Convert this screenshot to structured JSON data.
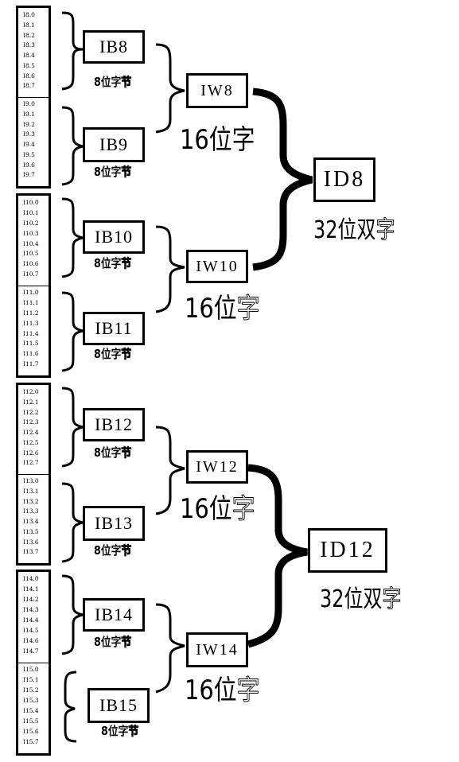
{
  "byte_groups": [
    {
      "byte": "IB8",
      "bits": [
        "I8.0",
        "I8.1",
        "I8.2",
        "I8.3",
        "I8.4",
        "I8.5",
        "I8.6",
        "I8.7"
      ]
    },
    {
      "byte": "IB9",
      "bits": [
        "I9.0",
        "I9.1",
        "I9.2",
        "I9.3",
        "I9.4",
        "I9.5",
        "I9.6",
        "I9.7"
      ]
    },
    {
      "byte": "IB10",
      "bits": [
        "I10.0",
        "I10.1",
        "I10.2",
        "I10.3",
        "I10.4",
        "I10.5",
        "I10.6",
        "I10.7"
      ]
    },
    {
      "byte": "IB11",
      "bits": [
        "I11.0",
        "I11.1",
        "I11.2",
        "I11.3",
        "I11.4",
        "I11.5",
        "I11.6",
        "I11.7"
      ]
    },
    {
      "byte": "IB12",
      "bits": [
        "I12.0",
        "I12.1",
        "I12.2",
        "I12.3",
        "I12.4",
        "I12.5",
        "I12.6",
        "I12.7"
      ]
    },
    {
      "byte": "IB13",
      "bits": [
        "I13.0",
        "I13.1",
        "I13.2",
        "I13.3",
        "I13.4",
        "I13.5",
        "I13.6",
        "I13.7"
      ]
    },
    {
      "byte": "IB14",
      "bits": [
        "I14.0",
        "I14.1",
        "I14.2",
        "I14.3",
        "I14.4",
        "I14.5",
        "I14.6",
        "I14.7"
      ]
    },
    {
      "byte": "IB15",
      "bits": [
        "I15.0",
        "I15.1",
        "I15.2",
        "I15.3",
        "I15.4",
        "I15.5",
        "I15.6",
        "I15.7"
      ]
    }
  ],
  "words": [
    "IW8",
    "IW10",
    "IW12",
    "IW14"
  ],
  "dwords": [
    "ID8",
    "ID12"
  ],
  "labels": {
    "byte_label_a": "8位字",
    "byte_label_b": "节",
    "word_label_a": "16位",
    "word_label_b": "字",
    "dword_label_a": "32位双",
    "dword_label_b": "字"
  }
}
